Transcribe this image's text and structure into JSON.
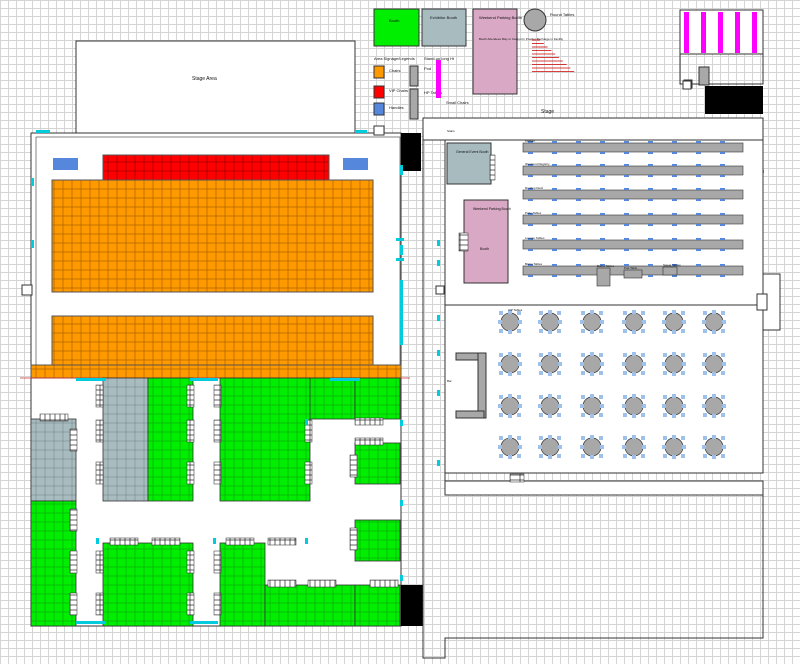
{
  "legend": {
    "title": "Area Signage/Legends",
    "chairs": "Chairs",
    "vip_chairs": "VIP Chairs",
    "handles": "Handles",
    "booth": "Booth",
    "exhibitor_booth": "Exhibitor Booth",
    "weekend_parking": "Weekend Parking Booth",
    "round_tables": "Round Tables",
    "pod_label": "Pod",
    "hp_tables": "HP Tables",
    "small_chairs": "Small Chairs",
    "long_table": "Stand-up long Ht",
    "booth_fine": "Booth Attendees May or Cannot In Powder Recharge in Facility"
  },
  "areas": {
    "stage_area": "Stage Area",
    "stage": "Stage",
    "stairs": "Stairs",
    "general_event_booth": "General Event Booth",
    "weekend_parking_booth": "Weekend Parking Booth",
    "booth_label": "Booth",
    "bar": "Bar"
  },
  "rows": [
    "Kitchen",
    "Weekend Registry",
    "Rooftop Deck",
    "Patio Tables",
    "Lounge Tables",
    "Bistro Tables"
  ],
  "sub_tables": [
    "Bistro Tables",
    "Pod Table",
    "Sweet Tables"
  ],
  "round_tables_label": "VIP Tables",
  "bottom_tables_label": "VIP Tables",
  "colors": {
    "chairs": "#ff9900",
    "vip": "#ff0000",
    "handles": "#5588dd",
    "booth": "#00ee00",
    "exhibitor": "#a8bcc0",
    "parking": "#d9a8c4",
    "accent": "#00ccdd",
    "magenta": "#ff00ff",
    "black": "#000000",
    "table_gray": "#a8a8a8"
  }
}
